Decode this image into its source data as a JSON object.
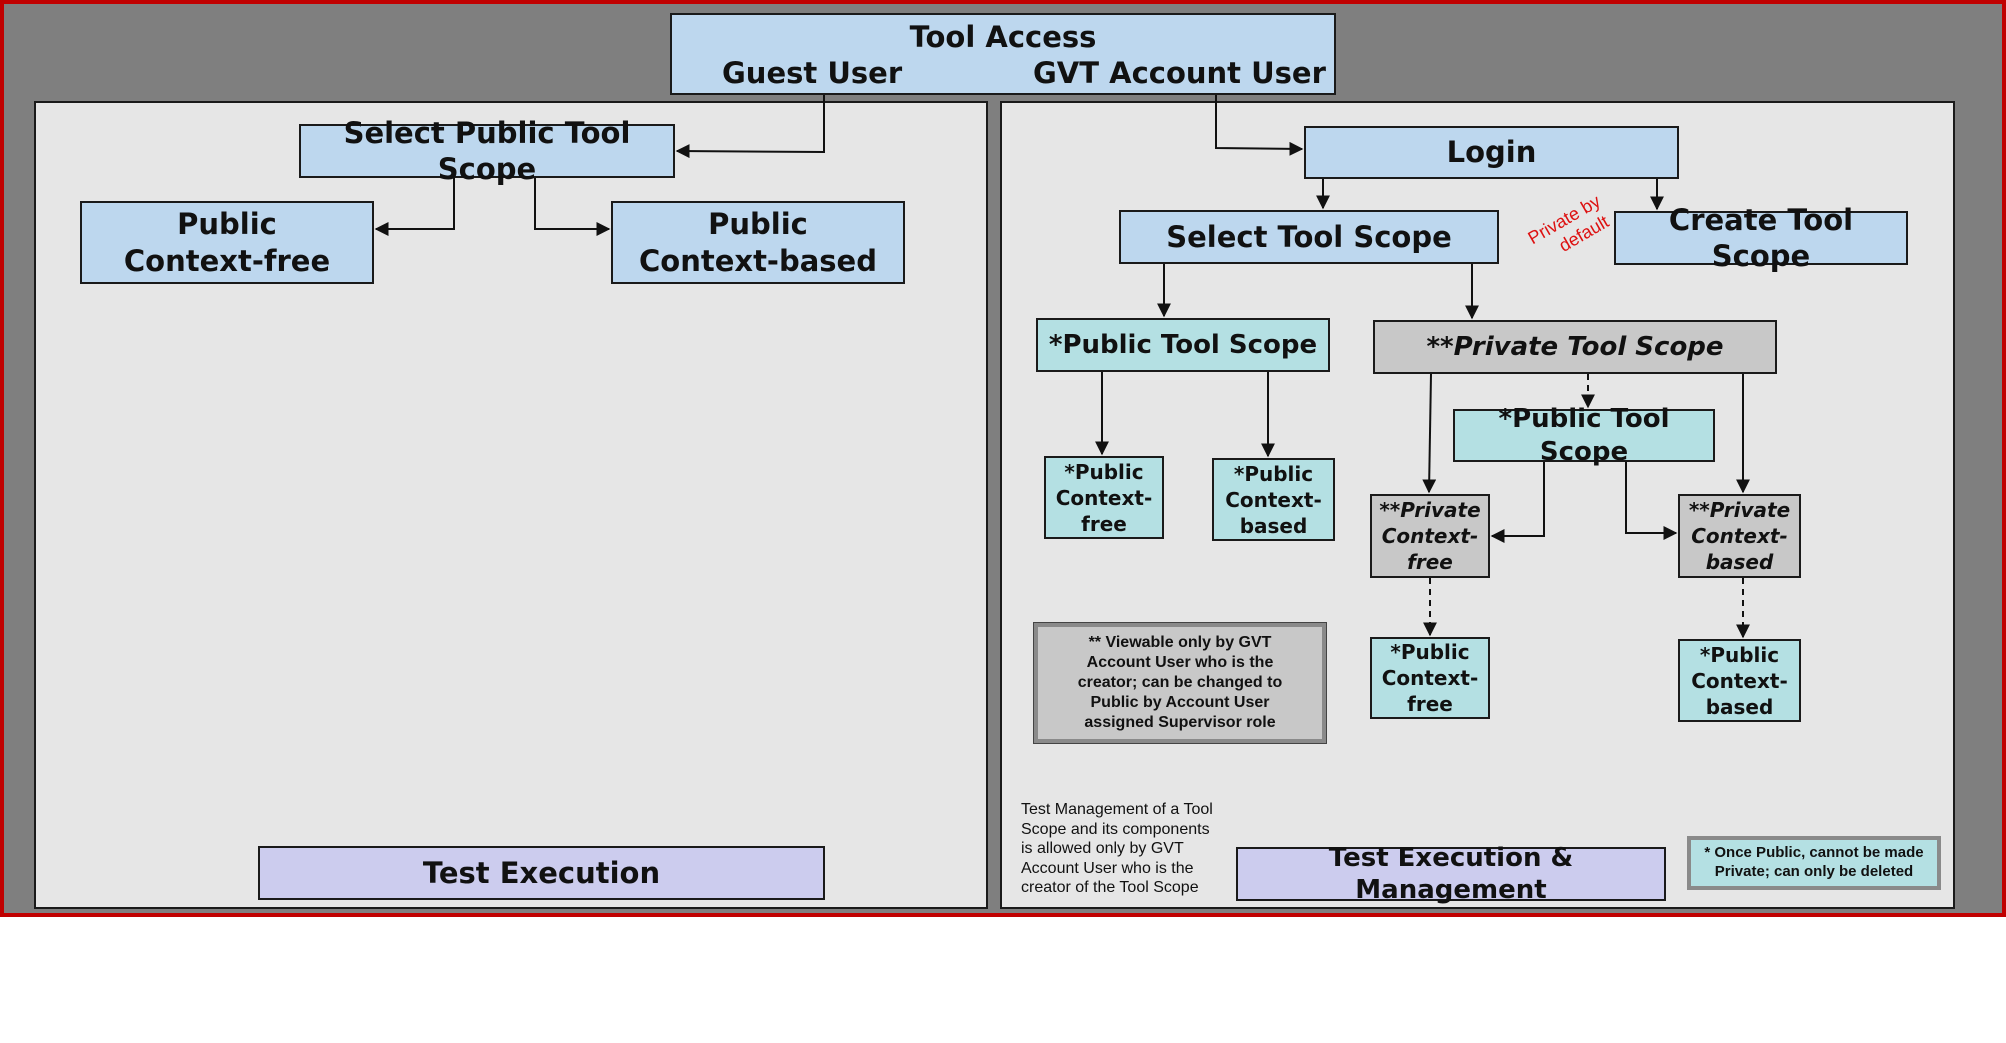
{
  "tool_access": {
    "title": "Tool Access",
    "guest_label": "Guest User",
    "gvt_label": "GVT Account User"
  },
  "guest_panel": {
    "select_public_scope": "Select Public Tool Scope",
    "public_context_free": [
      "Public",
      "Context-free"
    ],
    "public_context_based": [
      "Public",
      "Context-based"
    ],
    "test_execution": "Test Execution"
  },
  "account_panel": {
    "login": "Login",
    "select_tool_scope": "Select Tool Scope",
    "create_tool_scope": "Create Tool Scope",
    "private_by_default": [
      "Private by",
      "default"
    ],
    "public_tool_scope": "*Public Tool Scope",
    "private_tool_scope": {
      "prefix": "**",
      "text": "Private Tool Scope"
    },
    "inner_public_tool_scope": "*Public Tool Scope",
    "public_context_free": [
      "*Public",
      "Context-",
      "free"
    ],
    "public_context_based": [
      "*Public",
      "Context-",
      "based"
    ],
    "private_context_free": {
      "prefix": "**",
      "lines": [
        "Private",
        "Context-",
        "free"
      ]
    },
    "private_context_based": {
      "prefix": "**",
      "lines": [
        "Private",
        "Context-",
        "based"
      ]
    },
    "bottom_public_context_free": [
      "*Public",
      "Context-",
      "free"
    ],
    "bottom_public_context_based": [
      "*Public",
      "Context-",
      "based"
    ],
    "viewable_note": "** Viewable only by GVT Account User who is the creator; can be changed to Public by Account User assigned Supervisor role",
    "management_note": [
      "Test Management of a Tool",
      "Scope and its components",
      "is allowed only by GVT",
      "Account User who is the",
      "creator of the Tool Scope"
    ],
    "test_execution_management": "Test Execution & Management",
    "once_public_note": "* Once Public, cannot be made Private; can only be deleted"
  },
  "colors": {
    "frame_border": "#c00000",
    "frame_fill": "#7f7f7f",
    "panel_fill": "#e6e6e6",
    "blue_box": "#bdd7ee",
    "teal_box": "#b4e0e3",
    "gray_box": "#c8c8c8",
    "lavender_box": "#ccccee",
    "red_text": "#dd1111"
  }
}
